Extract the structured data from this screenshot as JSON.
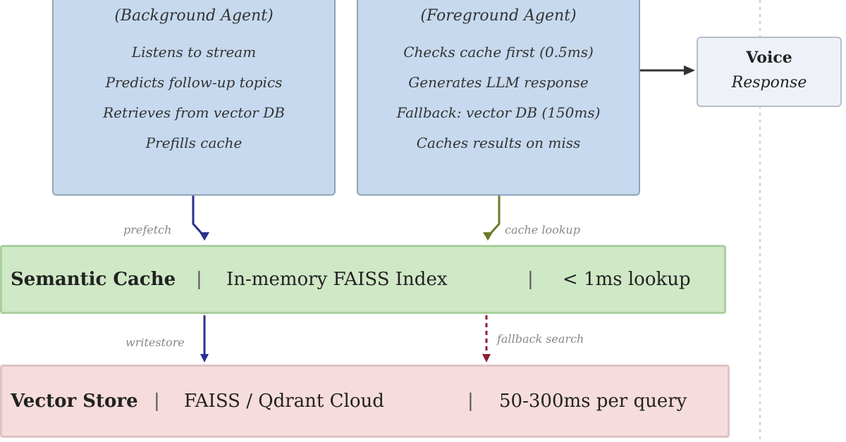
{
  "background_agent": {
    "title": "(Background Agent)",
    "lines": [
      "Listens to stream",
      "Predicts follow-up topics",
      "Retrieves from vector DB",
      "Prefills cache"
    ]
  },
  "foreground_agent": {
    "title": "(Foreground Agent)",
    "lines": [
      "Checks cache first (0.5ms)",
      "Generates LLM response",
      "Fallback: vector DB (150ms)",
      "Caches results on miss"
    ]
  },
  "voice_response": {
    "line1": "Voice",
    "line2": "Response"
  },
  "edges": {
    "prefetch": "prefetch",
    "cache_lookup": "cache lookup",
    "writeback": "writestore",
    "fallback": "fallback search"
  },
  "semantic_cache": {
    "name": "Semantic Cache",
    "index": "In-memory FAISS Index",
    "latency": "< 1ms lookup",
    "separator": "|"
  },
  "vector_store": {
    "name": "Vector Store",
    "backend": "FAISS / Qdrant Cloud",
    "latency": "50-300ms per query",
    "separator": "|"
  },
  "colors": {
    "agent": "#c6d9ee",
    "cache": "#cfe8c6",
    "store": "#f6dcdc",
    "prefetch_arrow": "#2b2f8f",
    "lookup_arrow": "#6b7a2a",
    "fallback_arrow": "#8a2030"
  }
}
